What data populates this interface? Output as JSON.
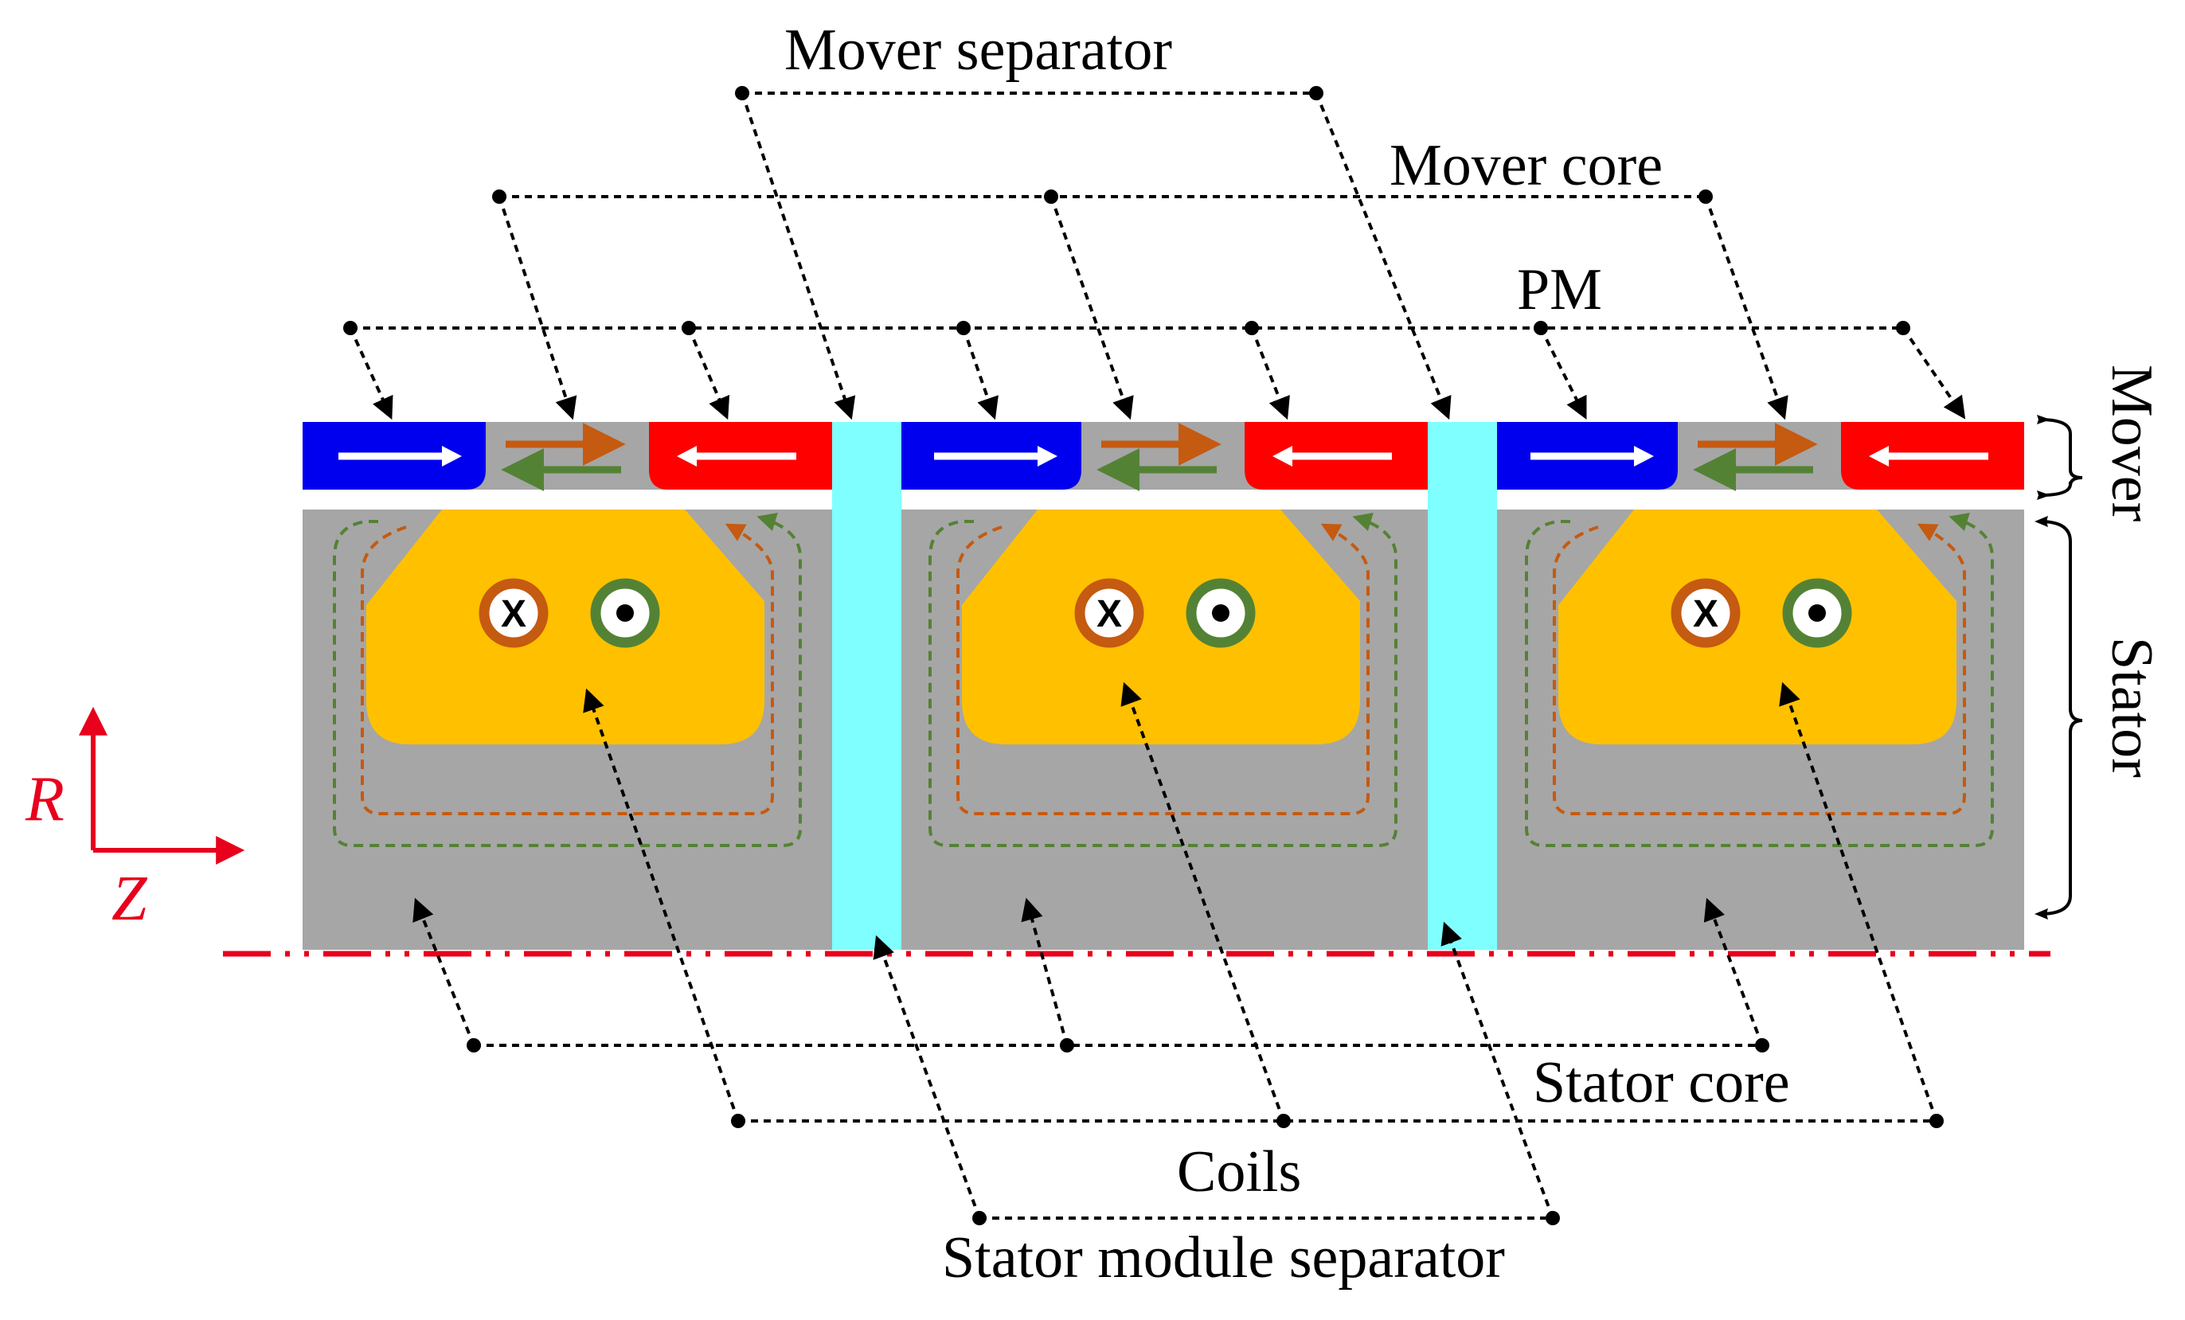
{
  "labels": {
    "mover_separator": "Mover separator",
    "mover_core": "Mover core",
    "pm": "PM",
    "mover": "Mover",
    "stator": "Stator",
    "stator_core": "Stator core",
    "coils": "Coils",
    "stator_module_separator": "Stator module separator"
  },
  "axes": {
    "r": "R",
    "z": "Z"
  },
  "coil_symbols": {
    "into_page": "X"
  },
  "module_count": 3,
  "colors": {
    "core": "#a6a6a6",
    "separator": "#7fffff",
    "pm_right": "#0000ee",
    "pm_left": "#ff0000",
    "coil": "#ffc000",
    "flux_orange": "#c55a11",
    "flux_green": "#548235",
    "axis": "#e8001c"
  }
}
